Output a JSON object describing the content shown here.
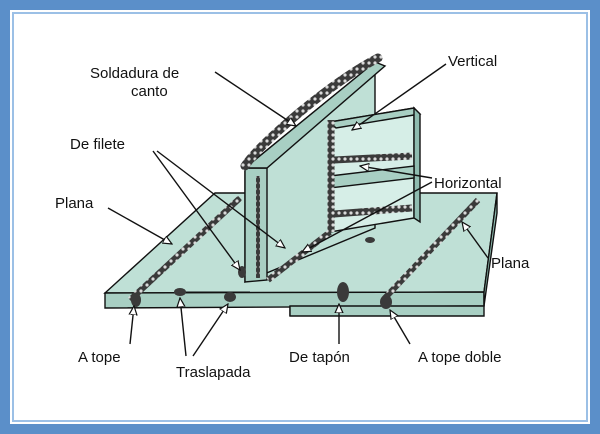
{
  "labels": {
    "soldadura_canto_1": "Soldadura de",
    "soldadura_canto_2": "canto",
    "vertical": "Vertical",
    "de_filete": "De filete",
    "horizontal": "Horizontal",
    "plana_left": "Plana",
    "plana_right": "Plana",
    "a_tope": "A tope",
    "traslapada": "Traslapada",
    "de_tapon": "De tapón",
    "a_tope_doble": "A tope doble"
  },
  "colors": {
    "frame": "#5b8fc9",
    "frame_inner": "#9cc0e6",
    "plate_top": "#bfe0d6",
    "plate_side": "#a8cfc3",
    "plate_dark": "#8fbcb0",
    "weld": "#2b2b2b",
    "outline": "#111111"
  }
}
